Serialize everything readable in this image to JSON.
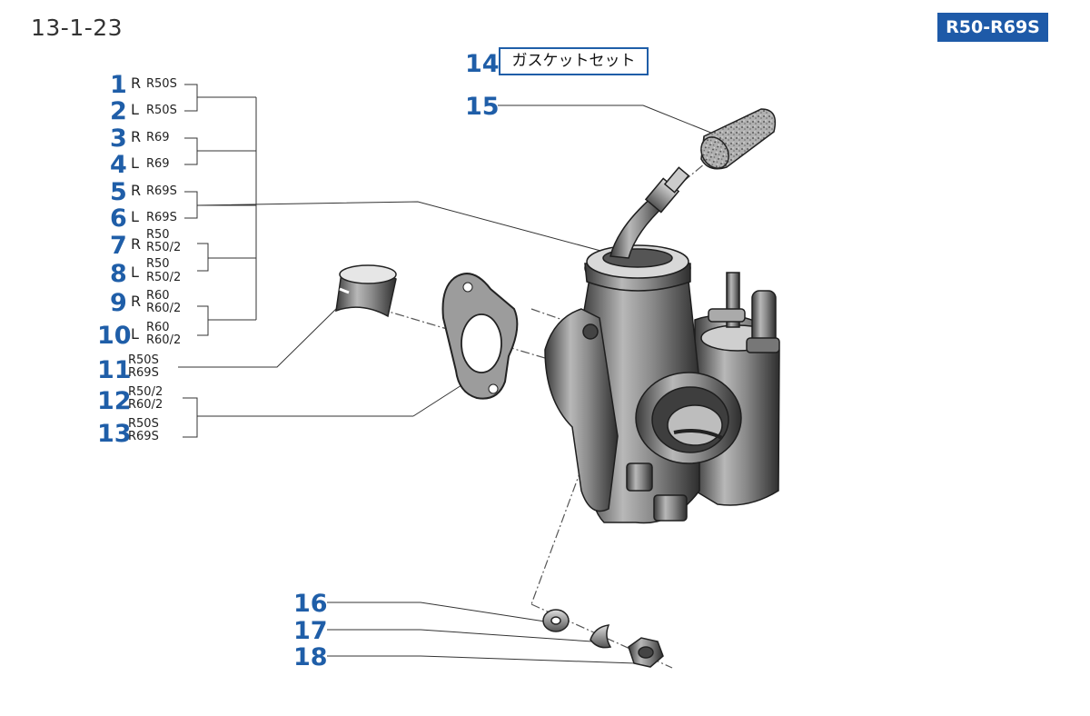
{
  "header": {
    "page_number": "13-1-23",
    "model_range": "R50-R69S"
  },
  "gasket_set": {
    "number": "14",
    "label": "ガスケットセット"
  },
  "parts": [
    {
      "number": "1",
      "side": "R",
      "models": [
        "R50S"
      ]
    },
    {
      "number": "2",
      "side": "L",
      "models": [
        "R50S"
      ]
    },
    {
      "number": "3",
      "side": "R",
      "models": [
        "R69"
      ]
    },
    {
      "number": "4",
      "side": "L",
      "models": [
        "R69"
      ]
    },
    {
      "number": "5",
      "side": "R",
      "models": [
        "R69S"
      ]
    },
    {
      "number": "6",
      "side": "L",
      "models": [
        "R69S"
      ]
    },
    {
      "number": "7",
      "side": "R",
      "models": [
        "R50",
        "R50/2"
      ]
    },
    {
      "number": "8",
      "side": "L",
      "models": [
        "R50",
        "R50/2"
      ]
    },
    {
      "number": "9",
      "side": "R",
      "models": [
        "R60",
        "R60/2"
      ]
    },
    {
      "number": "10",
      "side": "L",
      "models": [
        "R60",
        "R60/2"
      ]
    },
    {
      "number": "11",
      "side": "",
      "models": [
        "R50S",
        "R69S"
      ]
    },
    {
      "number": "12",
      "side": "",
      "models": [
        "R50/2",
        "R60/2"
      ]
    },
    {
      "number": "13",
      "side": "",
      "models": [
        "R50S",
        "R69S"
      ]
    },
    {
      "number": "15",
      "side": "",
      "models": []
    },
    {
      "number": "16",
      "side": "",
      "models": []
    },
    {
      "number": "17",
      "side": "",
      "models": []
    },
    {
      "number": "18",
      "side": "",
      "models": []
    }
  ]
}
